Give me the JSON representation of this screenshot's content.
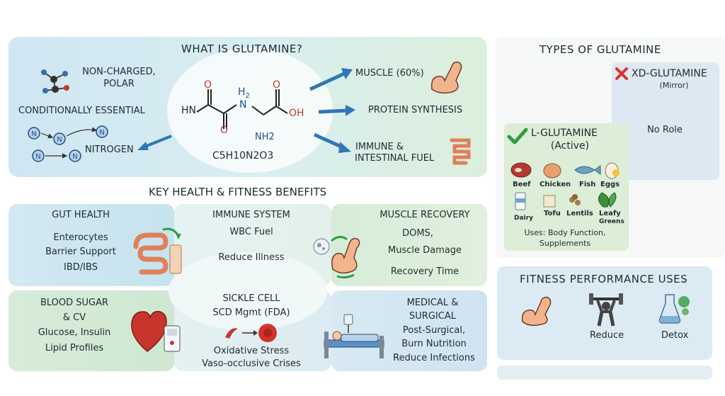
{
  "top": {
    "title": "WHAT IS GLUTAMINE?",
    "non_charged": "NON-CHARGED,",
    "polar": "POLAR",
    "conditionally_essential": "CONDITIONALLY ESSENTIAL",
    "nitrogen": "NITROGEN",
    "formula": "C5H10N2O3",
    "chem": {
      "hn": "HN",
      "o1": "O",
      "o2": "O",
      "o3": "O",
      "h2": "H",
      "h2_sub": "2",
      "n": "N",
      "oh": "OH",
      "nh2": "NH2"
    },
    "outputs": [
      {
        "label": "MUSCLE (60%)"
      },
      {
        "label": "PROTEIN SYNTHESIS"
      },
      {
        "label_l1": "IMMUNE &",
        "label_l2": "INTESTINAL FUEL"
      }
    ],
    "n_atoms": [
      "N",
      "N",
      "N",
      "N",
      "N"
    ]
  },
  "benefits": {
    "title": "KEY HEALTH & FITNESS BENEFITS",
    "gut": {
      "title": "GUT HEALTH",
      "l1": "Enterocytes",
      "l2": "Barrier Support",
      "l3": "IBD/IBS"
    },
    "immune": {
      "title": "IMMUNE SYSTEM",
      "l1": "WBC Fuel",
      "l2": "Reduce Illness"
    },
    "muscle": {
      "title": "MUSCLE RECOVERY",
      "l1": "DOMS,",
      "l2": "Muscle Damage",
      "l3": "Recovery Time"
    },
    "blood": {
      "title_l1": "BLOOD SUGAR",
      "title_l2": "& CV",
      "l1": "Glucose, Insulin",
      "l2": "Lipid Profiles"
    },
    "sickle": {
      "title": "SICKLE CELL",
      "l1": "SCD Mgmt (FDA)",
      "l2": "Oxidative Stress",
      "l3": "Vaso-occlusive Crises"
    },
    "medical": {
      "title_l1": "MEDICAL &",
      "title_l2": "SURGICAL",
      "l1": "Post-Surgical,",
      "l2": "Burn Nutrition",
      "l3": "Reduce Infections"
    }
  },
  "types": {
    "title": "TYPES OF GLUTAMINE",
    "xd": {
      "title": "XD-GLUTAMINE",
      "sub": "(Mirror)",
      "body": "No Role"
    },
    "l": {
      "title": "L-GLUTAMINE",
      "sub": "(Active)",
      "foods": [
        "Beef",
        "Chicken",
        "Fish",
        "Eggs",
        "Dairy",
        "Tofu",
        "Lentils",
        "Leafy",
        "Greens"
      ],
      "uses_l1": "Uses: Body Function,",
      "uses_l2": "Supplements"
    }
  },
  "fitness": {
    "title": "FITNESS PERFORMANCE USES",
    "items": [
      "Reduce",
      "Detox"
    ]
  },
  "colors": {
    "accent_blue": "#2f77b5",
    "oxygen_red": "#c0392b",
    "nitrogen_blue": "#1f4e8c",
    "check_green": "#2e9e3e",
    "x_red": "#d9342b"
  }
}
